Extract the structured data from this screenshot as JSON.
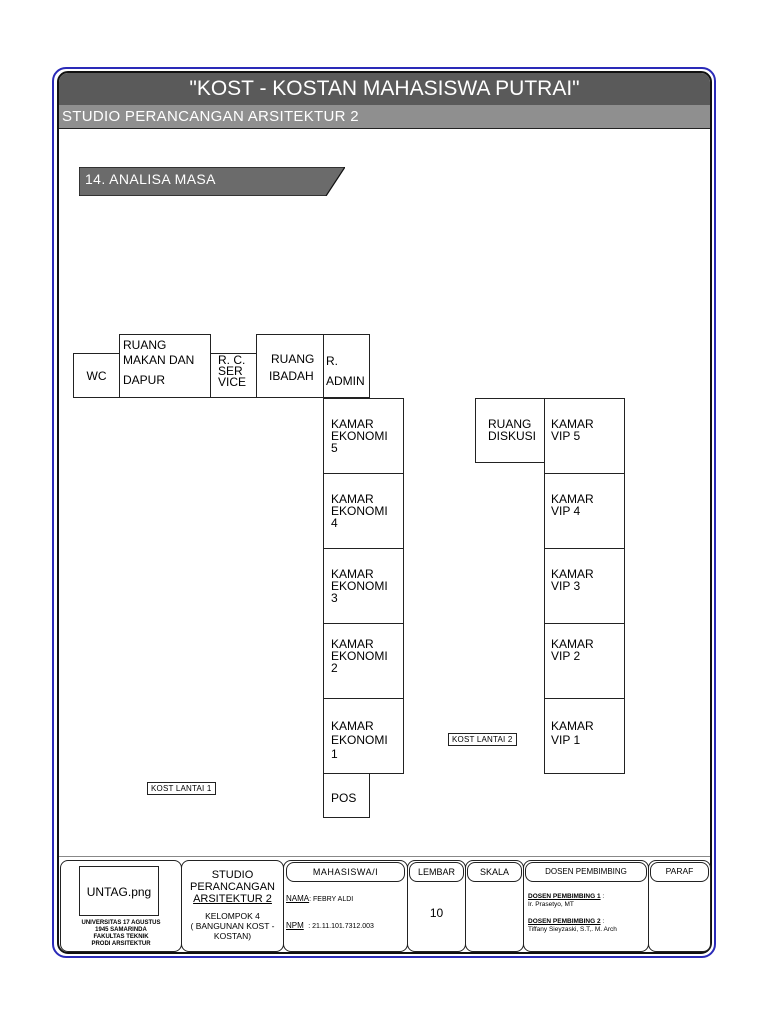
{
  "header": {
    "title": "\"KOST - KOSTAN MAHASISWA PUTRAI\"",
    "subtitle": "STUDIO PERANCANGAN ARSITEKTUR 2"
  },
  "section": {
    "title": "14. ANALISA MASA"
  },
  "floor1": {
    "label": "KOST LANTAI 1",
    "rooms": {
      "wc": "WC",
      "ruang_makan": [
        "RUANG",
        "MAKAN DAN",
        "DAPUR"
      ],
      "rc_service": [
        "R. C.",
        "SER",
        "VICE"
      ],
      "ruang_ibadah": [
        "RUANG",
        "IBADAH"
      ],
      "r_admin": [
        "R.",
        "ADMIN"
      ],
      "kamar_ekonomi": [
        [
          "KAMAR",
          "EKONOMI",
          "5"
        ],
        [
          "KAMAR",
          "EKONOMI",
          "4"
        ],
        [
          "KAMAR",
          "EKONOMI",
          "3"
        ],
        [
          "KAMAR",
          "EKONOMI",
          "2"
        ],
        [
          "KAMAR",
          "EKONOMI",
          "1"
        ]
      ],
      "pos": "POS"
    }
  },
  "floor2": {
    "label": "KOST LANTAI 2",
    "rooms": {
      "ruang_diskusi": [
        "RUANG",
        "DISKUSI"
      ],
      "kamar_vip": [
        [
          "KAMAR",
          "VIP 5"
        ],
        [
          "KAMAR",
          "VIP 4"
        ],
        [
          "KAMAR",
          "VIP 3"
        ],
        [
          "KAMAR",
          "VIP 2"
        ],
        [
          "KAMAR",
          "VIP 1"
        ]
      ]
    }
  },
  "footer": {
    "logo_placeholder": "UNTAG.png",
    "university": [
      "UNIVERSITAS 17 AGUSTUS",
      "1945 SAMARINDA",
      "FAKULTAS TEKNIK",
      "PRODI ARSITEKTUR"
    ],
    "studio": [
      "STUDIO",
      "PERANCANGAN",
      "ARSITEKTUR 2"
    ],
    "group": [
      "KELOMPOK 4",
      "( BANGUNAN KOST -",
      "KOSTAN)"
    ],
    "mahasiswa_header": "MAHASISWA/I",
    "nama_label": "NAMA",
    "nama_value": ": FEBRY ALDI",
    "npm_label": "NPM",
    "npm_value": ": 21.11.101.7312.003",
    "lembar_header": "LEMBAR",
    "lembar_value": "10",
    "skala_header": "SKALA",
    "dosen_header": "DOSEN PEMBIMBING",
    "dosen1_label": "DOSEN PEMBIMBING 1",
    "dosen1_colon": " :",
    "dosen1_name": "Ir. Prasetyo, MT",
    "dosen2_label": "DOSEN PEMBIMBING 2",
    "dosen2_colon": " :",
    "dosen2_name": "Tiffany Sieyzaski, S.T,. M. Arch",
    "paraf_header": "PARAF"
  }
}
